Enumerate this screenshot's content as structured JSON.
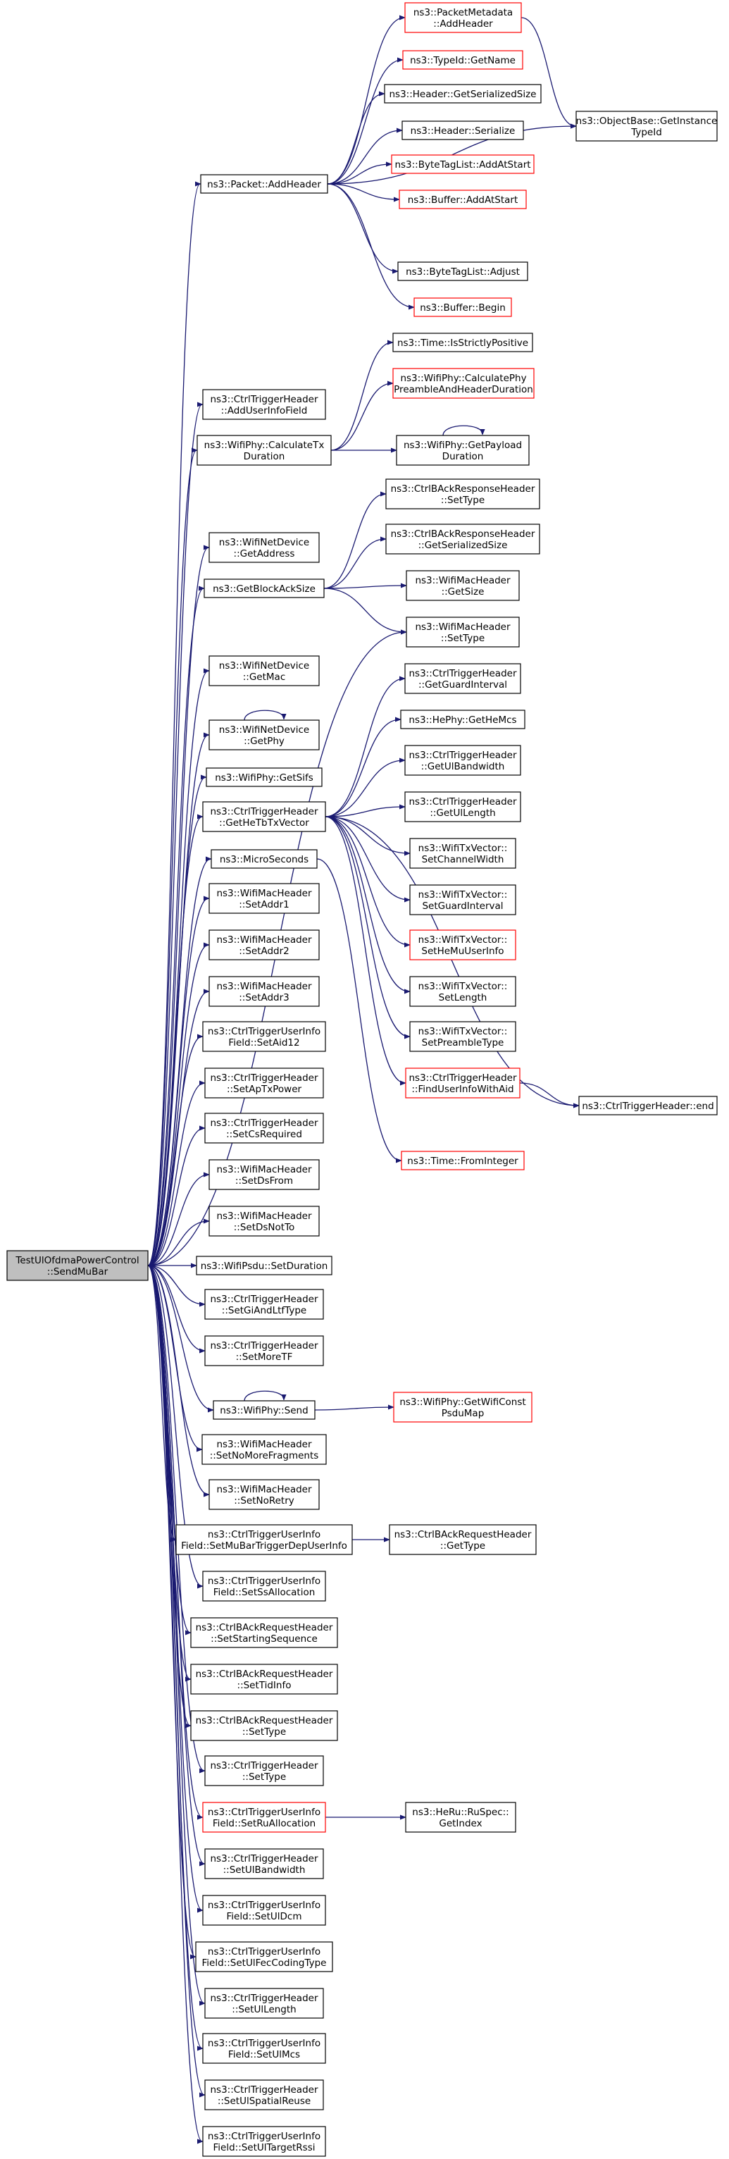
{
  "colors": {
    "edge": "#191970",
    "node_border": "#000000",
    "truncated_border": "#ff0000",
    "root_fill": "#bfbfbf"
  },
  "root": {
    "id": "root",
    "lines": [
      "TestUlOfdmaPowerControl",
      "::SendMuBar"
    ]
  },
  "nodes": [
    {
      "id": "pktAddHeader",
      "lines": [
        "ns3::Packet::AddHeader"
      ]
    },
    {
      "id": "pmAddHeader",
      "lines": [
        "ns3::PacketMetadata",
        "::AddHeader"
      ],
      "truncated": true
    },
    {
      "id": "typeIdGetName",
      "lines": [
        "ns3::TypeId::GetName"
      ],
      "truncated": true
    },
    {
      "id": "hdrGetSerSize",
      "lines": [
        "ns3::Header::GetSerializedSize"
      ]
    },
    {
      "id": "hdrSerialize",
      "lines": [
        "ns3::Header::Serialize"
      ]
    },
    {
      "id": "btlAddAtStart",
      "lines": [
        "ns3::ByteTagList::AddAtStart"
      ],
      "truncated": true
    },
    {
      "id": "bufAddAtStart",
      "lines": [
        "ns3::Buffer::AddAtStart"
      ],
      "truncated": true
    },
    {
      "id": "btlAdjust",
      "lines": [
        "ns3::ByteTagList::Adjust"
      ]
    },
    {
      "id": "bufBegin",
      "lines": [
        "ns3::Buffer::Begin"
      ],
      "truncated": true
    },
    {
      "id": "objGetInstTid",
      "lines": [
        "ns3::ObjectBase::GetInstance",
        "TypeId"
      ]
    },
    {
      "id": "addUserInfoField",
      "lines": [
        "ns3::CtrlTriggerHeader",
        "::AddUserInfoField"
      ]
    },
    {
      "id": "calcTxDur",
      "lines": [
        "ns3::WifiPhy::CalculateTx",
        "Duration"
      ]
    },
    {
      "id": "timeIsPos",
      "lines": [
        "ns3::Time::IsStrictlyPositive"
      ]
    },
    {
      "id": "calcPhyPre",
      "lines": [
        "ns3::WifiPhy::CalculatePhy",
        "PreambleAndHeaderDuration"
      ],
      "truncated": true
    },
    {
      "id": "getPayloadDur",
      "lines": [
        "ns3::WifiPhy::GetPayload",
        "Duration"
      ]
    },
    {
      "id": "netDevGetAddr",
      "lines": [
        "ns3::WifiNetDevice",
        "::GetAddress"
      ]
    },
    {
      "id": "getBlockAckSize",
      "lines": [
        "ns3::GetBlockAckSize"
      ]
    },
    {
      "id": "barespSetType",
      "lines": [
        "ns3::CtrlBAckResponseHeader",
        "::SetType"
      ]
    },
    {
      "id": "barespGetSerSize",
      "lines": [
        "ns3::CtrlBAckResponseHeader",
        "::GetSerializedSize"
      ]
    },
    {
      "id": "macHdrGetSize",
      "lines": [
        "ns3::WifiMacHeader",
        "::GetSize"
      ]
    },
    {
      "id": "macHdrSetType",
      "lines": [
        "ns3::WifiMacHeader",
        "::SetType"
      ]
    },
    {
      "id": "netDevGetMac",
      "lines": [
        "ns3::WifiNetDevice",
        "::GetMac"
      ]
    },
    {
      "id": "netDevGetPhy",
      "lines": [
        "ns3::WifiNetDevice",
        "::GetPhy"
      ]
    },
    {
      "id": "phyGetSifs",
      "lines": [
        "ns3::WifiPhy::GetSifs"
      ]
    },
    {
      "id": "getHeTbTxVector",
      "lines": [
        "ns3::CtrlTriggerHeader",
        "::GetHeTbTxVector"
      ]
    },
    {
      "id": "getGuardInterval",
      "lines": [
        "ns3::CtrlTriggerHeader",
        "::GetGuardInterval"
      ]
    },
    {
      "id": "hePhyGetHeMcs",
      "lines": [
        "ns3::HePhy::GetHeMcs"
      ]
    },
    {
      "id": "getUlBandwidth",
      "lines": [
        "ns3::CtrlTriggerHeader",
        "::GetUlBandwidth"
      ]
    },
    {
      "id": "getUlLength",
      "lines": [
        "ns3::CtrlTriggerHeader",
        "::GetUlLength"
      ]
    },
    {
      "id": "setChannelWidth",
      "lines": [
        "ns3::WifiTxVector::",
        "SetChannelWidth"
      ]
    },
    {
      "id": "setGuardInterval",
      "lines": [
        "ns3::WifiTxVector::",
        "SetGuardInterval"
      ]
    },
    {
      "id": "setHeMuUserInfo",
      "lines": [
        "ns3::WifiTxVector::",
        "SetHeMuUserInfo"
      ],
      "truncated": true
    },
    {
      "id": "setLength",
      "lines": [
        "ns3::WifiTxVector::",
        "SetLength"
      ]
    },
    {
      "id": "setPreambleType",
      "lines": [
        "ns3::WifiTxVector::",
        "SetPreambleType"
      ]
    },
    {
      "id": "findUserInfoWithAid",
      "lines": [
        "ns3::CtrlTriggerHeader",
        "::FindUserInfoWithAid"
      ],
      "truncated": true
    },
    {
      "id": "trigEnd",
      "lines": [
        "ns3::CtrlTriggerHeader::end"
      ]
    },
    {
      "id": "timeFromInteger",
      "lines": [
        "ns3::Time::FromInteger"
      ],
      "truncated": true
    },
    {
      "id": "microSeconds",
      "lines": [
        "ns3::MicroSeconds"
      ]
    },
    {
      "id": "setAddr1",
      "lines": [
        "ns3::WifiMacHeader",
        "::SetAddr1"
      ]
    },
    {
      "id": "setAddr2",
      "lines": [
        "ns3::WifiMacHeader",
        "::SetAddr2"
      ]
    },
    {
      "id": "setAddr3",
      "lines": [
        "ns3::WifiMacHeader",
        "::SetAddr3"
      ]
    },
    {
      "id": "setAid12",
      "lines": [
        "ns3::CtrlTriggerUserInfo",
        "Field::SetAid12"
      ]
    },
    {
      "id": "setApTxPower",
      "lines": [
        "ns3::CtrlTriggerHeader",
        "::SetApTxPower"
      ]
    },
    {
      "id": "setCsRequired",
      "lines": [
        "ns3::CtrlTriggerHeader",
        "::SetCsRequired"
      ]
    },
    {
      "id": "setDsFrom",
      "lines": [
        "ns3::WifiMacHeader",
        "::SetDsFrom"
      ]
    },
    {
      "id": "setDsNotTo",
      "lines": [
        "ns3::WifiMacHeader",
        "::SetDsNotTo"
      ]
    },
    {
      "id": "psduSetDuration",
      "lines": [
        "ns3::WifiPsdu::SetDuration"
      ]
    },
    {
      "id": "setGiAndLtfType",
      "lines": [
        "ns3::CtrlTriggerHeader",
        "::SetGiAndLtfType"
      ]
    },
    {
      "id": "setMoreTF",
      "lines": [
        "ns3::CtrlTriggerHeader",
        "::SetMoreTF"
      ]
    },
    {
      "id": "phySend",
      "lines": [
        "ns3::WifiPhy::Send"
      ]
    },
    {
      "id": "getWifiConstPsduMap",
      "lines": [
        "ns3::WifiPhy::GetWifiConst",
        "PsduMap"
      ],
      "truncated": true
    },
    {
      "id": "setNoMoreFrags",
      "lines": [
        "ns3::WifiMacHeader",
        "::SetNoMoreFragments"
      ]
    },
    {
      "id": "setNoRetry",
      "lines": [
        "ns3::WifiMacHeader",
        "::SetNoRetry"
      ]
    },
    {
      "id": "setMuBarTrig",
      "lines": [
        "ns3::CtrlTriggerUserInfo",
        "Field::SetMuBarTriggerDepUserInfo"
      ]
    },
    {
      "id": "bareqGetType",
      "lines": [
        "ns3::CtrlBAckRequestHeader",
        "::GetType"
      ]
    },
    {
      "id": "setSsAllocation",
      "lines": [
        "ns3::CtrlTriggerUserInfo",
        "Field::SetSsAllocation"
      ]
    },
    {
      "id": "setStartingSeq",
      "lines": [
        "ns3::CtrlBAckRequestHeader",
        "::SetStartingSequence"
      ]
    },
    {
      "id": "setTidInfo",
      "lines": [
        "ns3::CtrlBAckRequestHeader",
        "::SetTidInfo"
      ]
    },
    {
      "id": "bareqSetType",
      "lines": [
        "ns3::CtrlBAckRequestHeader",
        "::SetType"
      ]
    },
    {
      "id": "trigSetType",
      "lines": [
        "ns3::CtrlTriggerHeader",
        "::SetType"
      ]
    },
    {
      "id": "setRuAllocation",
      "lines": [
        "ns3::CtrlTriggerUserInfo",
        "Field::SetRuAllocation"
      ],
      "truncated": true
    },
    {
      "id": "ruSpecGetIndex",
      "lines": [
        "ns3::HeRu::RuSpec::",
        "GetIndex"
      ]
    },
    {
      "id": "setUlBandwidth",
      "lines": [
        "ns3::CtrlTriggerHeader",
        "::SetUlBandwidth"
      ]
    },
    {
      "id": "setUlDcm",
      "lines": [
        "ns3::CtrlTriggerUserInfo",
        "Field::SetUlDcm"
      ]
    },
    {
      "id": "setUlFecCoding",
      "lines": [
        "ns3::CtrlTriggerUserInfo",
        "Field::SetUlFecCodingType"
      ]
    },
    {
      "id": "setUlLength",
      "lines": [
        "ns3::CtrlTriggerHeader",
        "::SetUlLength"
      ]
    },
    {
      "id": "setUlMcs",
      "lines": [
        "ns3::CtrlTriggerUserInfo",
        "Field::SetUlMcs"
      ]
    },
    {
      "id": "setUlSpatialReuse",
      "lines": [
        "ns3::CtrlTriggerHeader",
        "::SetUlSpatialReuse"
      ]
    },
    {
      "id": "setUlTargetRssi",
      "lines": [
        "ns3::CtrlTriggerUserInfo",
        "Field::SetUlTargetRssi"
      ]
    }
  ],
  "edges": [
    [
      "root",
      "pktAddHeader"
    ],
    [
      "pktAddHeader",
      "pmAddHeader"
    ],
    [
      "pktAddHeader",
      "typeIdGetName"
    ],
    [
      "pktAddHeader",
      "hdrGetSerSize"
    ],
    [
      "pktAddHeader",
      "hdrSerialize"
    ],
    [
      "pktAddHeader",
      "btlAddAtStart"
    ],
    [
      "pktAddHeader",
      "bufAddAtStart"
    ],
    [
      "pktAddHeader",
      "objGetInstTid"
    ],
    [
      "pktAddHeader",
      "btlAdjust"
    ],
    [
      "pktAddHeader",
      "bufBegin"
    ],
    [
      "pmAddHeader",
      "objGetInstTid"
    ],
    [
      "root",
      "addUserInfoField"
    ],
    [
      "root",
      "calcTxDur"
    ],
    [
      "calcTxDur",
      "timeIsPos"
    ],
    [
      "calcTxDur",
      "calcPhyPre"
    ],
    [
      "calcTxDur",
      "getPayloadDur"
    ],
    [
      "getPayloadDur",
      "getPayloadDur"
    ],
    [
      "root",
      "netDevGetAddr"
    ],
    [
      "root",
      "getBlockAckSize"
    ],
    [
      "getBlockAckSize",
      "barespSetType"
    ],
    [
      "getBlockAckSize",
      "barespGetSerSize"
    ],
    [
      "getBlockAckSize",
      "macHdrGetSize"
    ],
    [
      "getBlockAckSize",
      "macHdrSetType"
    ],
    [
      "root",
      "macHdrSetType"
    ],
    [
      "root",
      "netDevGetMac"
    ],
    [
      "root",
      "netDevGetPhy"
    ],
    [
      "netDevGetPhy",
      "netDevGetPhy"
    ],
    [
      "root",
      "phyGetSifs"
    ],
    [
      "root",
      "getHeTbTxVector"
    ],
    [
      "getHeTbTxVector",
      "getGuardInterval"
    ],
    [
      "getHeTbTxVector",
      "hePhyGetHeMcs"
    ],
    [
      "getHeTbTxVector",
      "getUlBandwidth"
    ],
    [
      "getHeTbTxVector",
      "getUlLength"
    ],
    [
      "getHeTbTxVector",
      "setChannelWidth"
    ],
    [
      "getHeTbTxVector",
      "setGuardInterval"
    ],
    [
      "getHeTbTxVector",
      "setHeMuUserInfo"
    ],
    [
      "getHeTbTxVector",
      "setLength"
    ],
    [
      "getHeTbTxVector",
      "setPreambleType"
    ],
    [
      "getHeTbTxVector",
      "findUserInfoWithAid"
    ],
    [
      "getHeTbTxVector",
      "trigEnd"
    ],
    [
      "findUserInfoWithAid",
      "trigEnd"
    ],
    [
      "root",
      "microSeconds"
    ],
    [
      "microSeconds",
      "timeFromInteger"
    ],
    [
      "root",
      "setAddr1"
    ],
    [
      "root",
      "setAddr2"
    ],
    [
      "root",
      "setAddr3"
    ],
    [
      "root",
      "setAid12"
    ],
    [
      "root",
      "setApTxPower"
    ],
    [
      "root",
      "setCsRequired"
    ],
    [
      "root",
      "setDsFrom"
    ],
    [
      "root",
      "setDsNotTo"
    ],
    [
      "root",
      "psduSetDuration"
    ],
    [
      "root",
      "setGiAndLtfType"
    ],
    [
      "root",
      "setMoreTF"
    ],
    [
      "root",
      "phySend"
    ],
    [
      "phySend",
      "phySend"
    ],
    [
      "phySend",
      "getWifiConstPsduMap"
    ],
    [
      "root",
      "setNoMoreFrags"
    ],
    [
      "root",
      "setNoRetry"
    ],
    [
      "root",
      "setMuBarTrig"
    ],
    [
      "setMuBarTrig",
      "bareqGetType"
    ],
    [
      "root",
      "setSsAllocation"
    ],
    [
      "root",
      "setStartingSeq"
    ],
    [
      "root",
      "setTidInfo"
    ],
    [
      "root",
      "bareqSetType"
    ],
    [
      "root",
      "trigSetType"
    ],
    [
      "root",
      "setRuAllocation"
    ],
    [
      "setRuAllocation",
      "ruSpecGetIndex"
    ],
    [
      "root",
      "setUlBandwidth"
    ],
    [
      "root",
      "setUlDcm"
    ],
    [
      "root",
      "setUlFecCoding"
    ],
    [
      "root",
      "setUlLength"
    ],
    [
      "root",
      "setUlMcs"
    ],
    [
      "root",
      "setUlSpatialReuse"
    ],
    [
      "root",
      "setUlTargetRssi"
    ]
  ]
}
